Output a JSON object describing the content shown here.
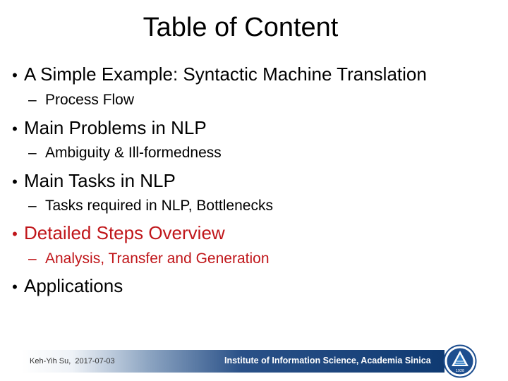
{
  "slide": {
    "title": "Table of Content"
  },
  "bullets": [
    {
      "text": "A Simple Example: Syntactic Machine Translation",
      "sub": "Process Flow",
      "highlighted": false
    },
    {
      "text": "Main Problems in NLP",
      "sub": "Ambiguity & Ill-formedness",
      "highlighted": false
    },
    {
      "text": "Main Tasks in NLP",
      "sub": "Tasks required in NLP, Bottlenecks",
      "highlighted": false
    },
    {
      "text": "Detailed Steps Overview",
      "sub": "Analysis, Transfer and Generation",
      "highlighted": true
    },
    {
      "text": "Applications",
      "highlighted": false
    }
  ],
  "bullet_symbol": "•",
  "sub_symbol": "–",
  "footer": {
    "author_date": "Keh-Yih Su,  2017-07-03",
    "institution": "Institute of Information Science, Academia Sinica",
    "logo_icon": "academia-sinica-logo-icon",
    "logo_year": "1928"
  },
  "colors": {
    "highlight": "#c0161a",
    "footer_dark": "#0f3a72",
    "text": "#000000"
  }
}
